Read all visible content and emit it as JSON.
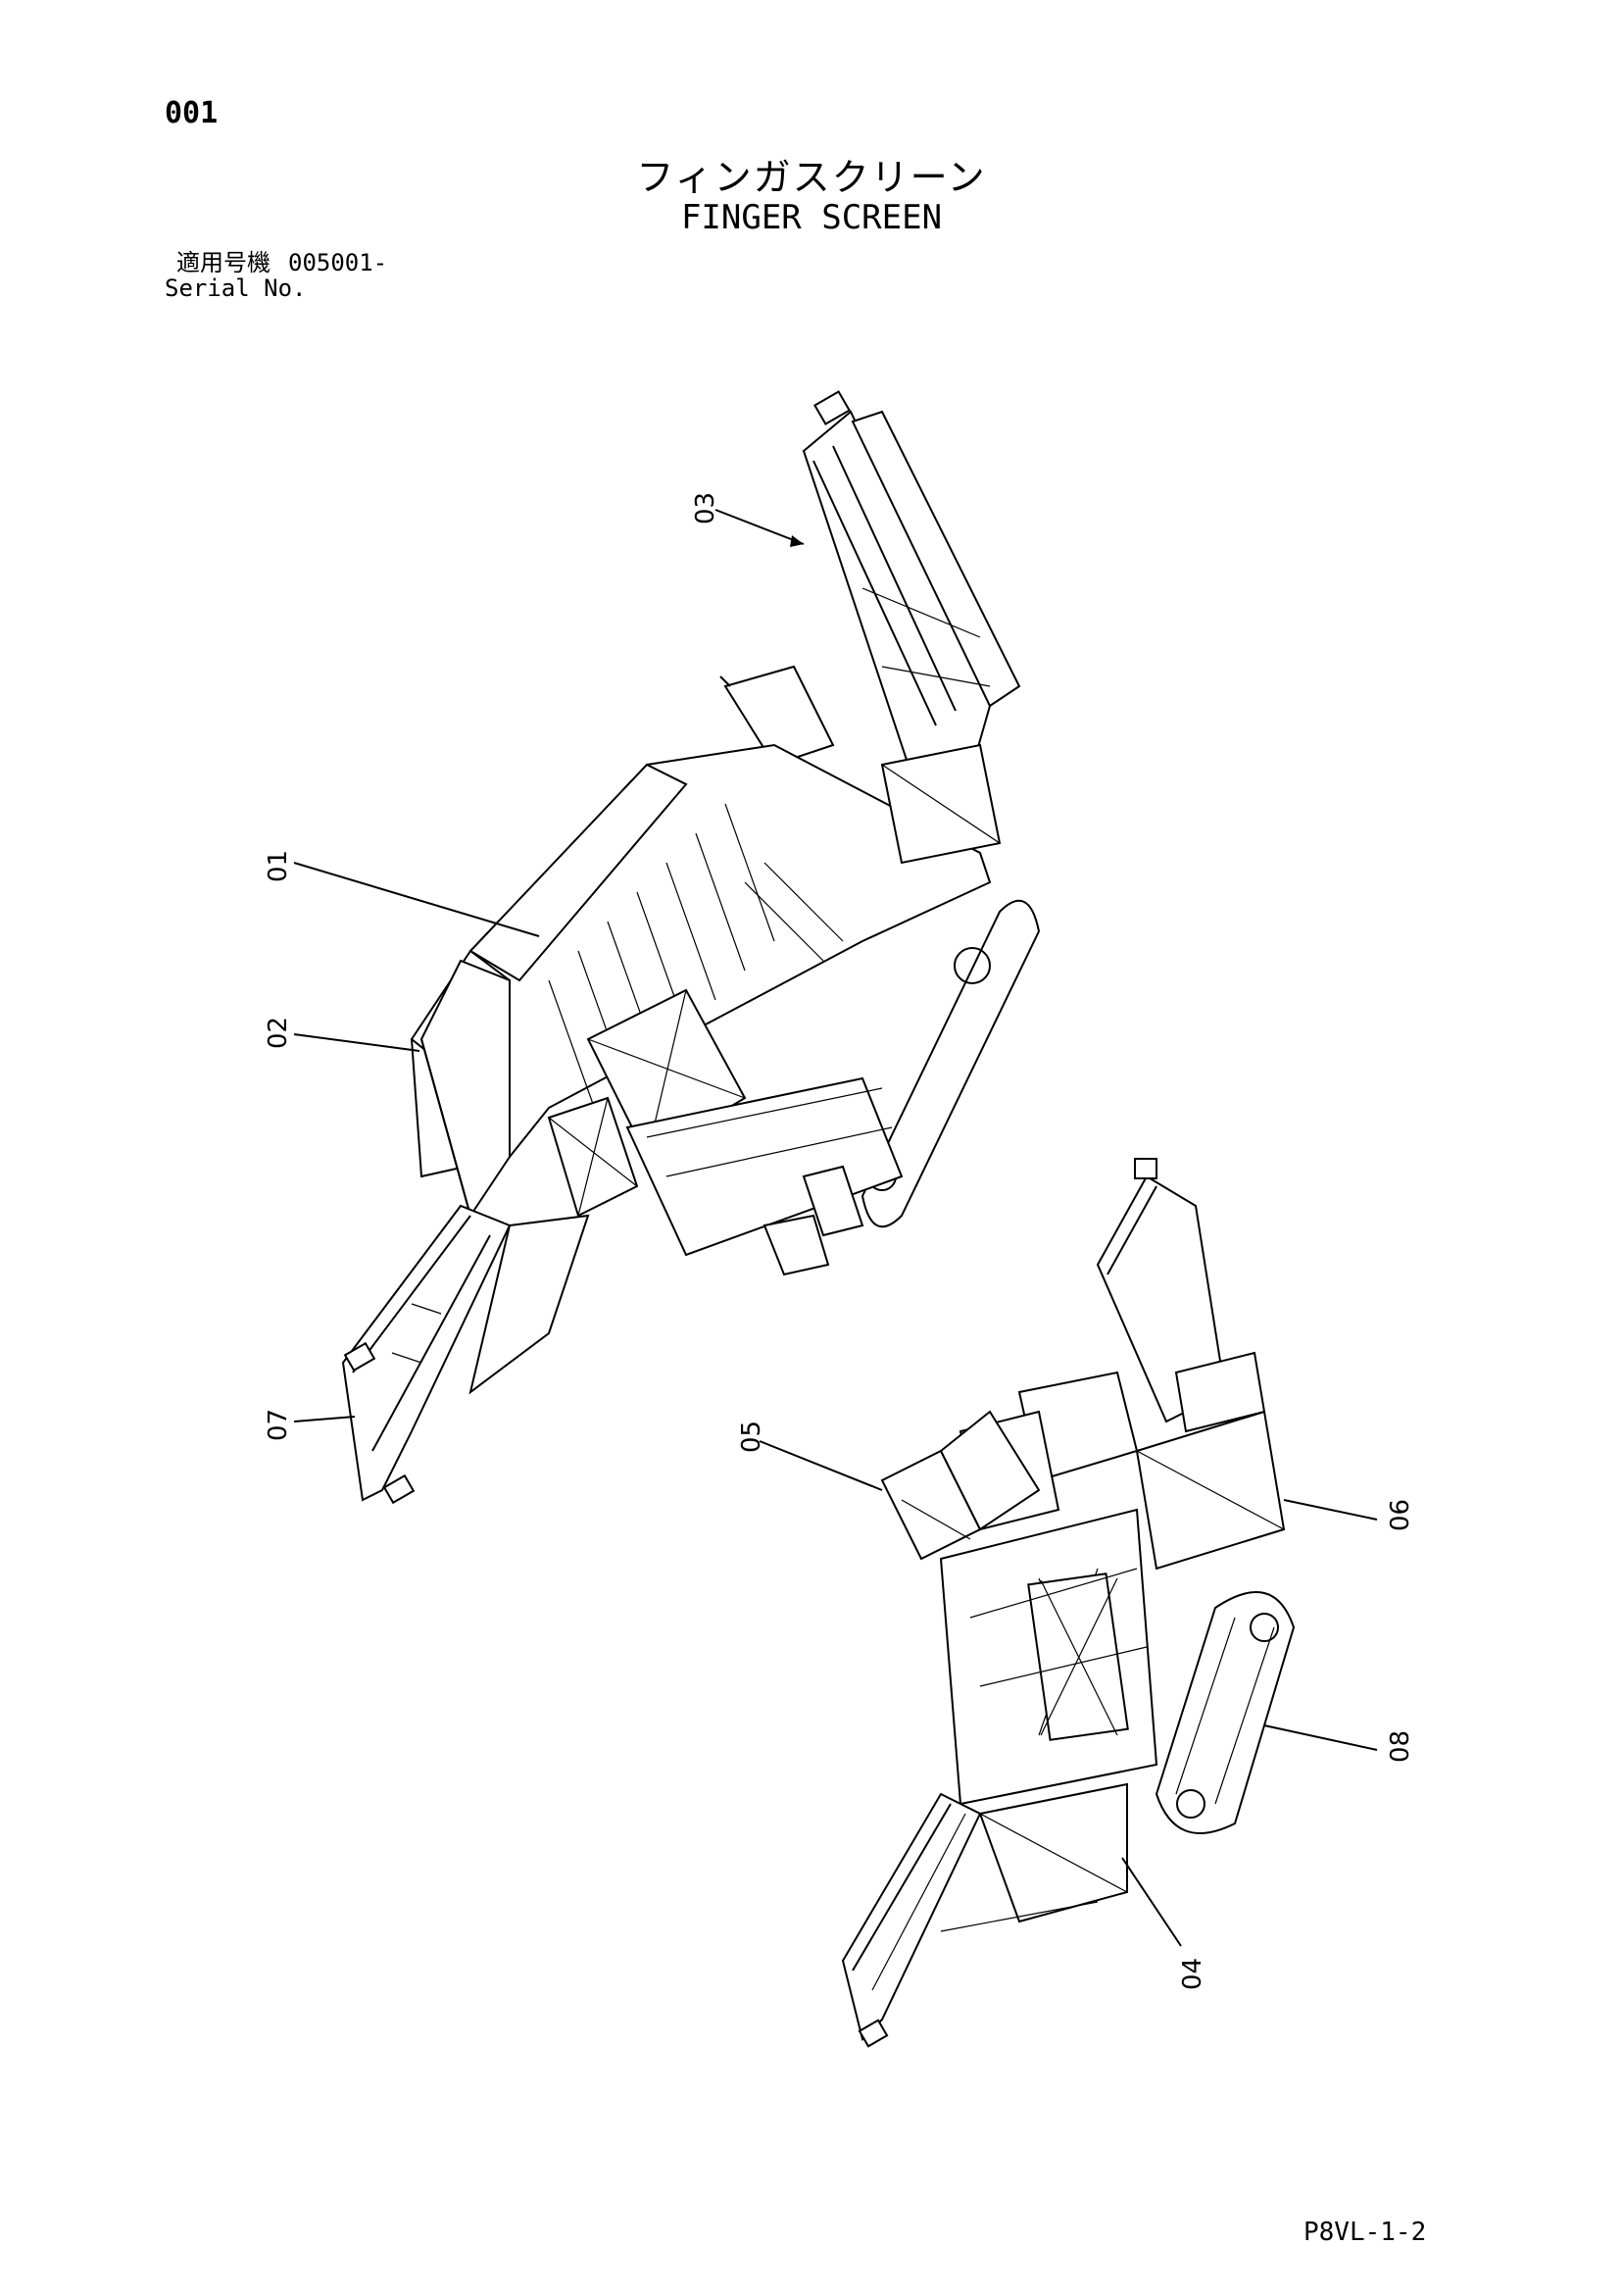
{
  "page": {
    "number": "001",
    "title_jp": "フィンガスクリーン",
    "title_en": "FINGER SCREEN",
    "serial": {
      "label_jp": "適用号機",
      "value": "005001-",
      "label_en": "Serial No."
    },
    "doc_code": "P8VL-1-2"
  },
  "callouts": {
    "c01": "01",
    "c02": "02",
    "c03": "03",
    "c04": "04",
    "c05": "05",
    "c06": "06",
    "c07": "07",
    "c08": "08"
  }
}
